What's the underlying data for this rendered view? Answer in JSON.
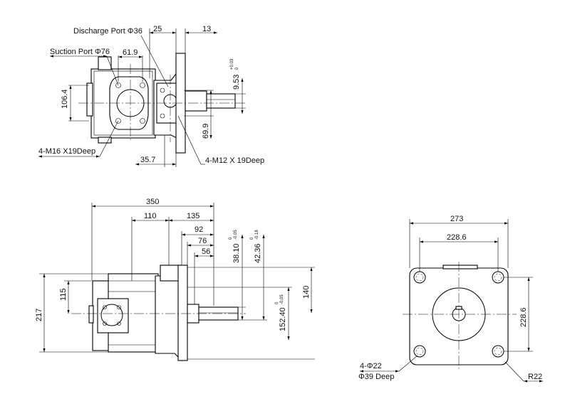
{
  "top_view": {
    "discharge_port": "Discharge Port Φ36",
    "suction_port": "Suction Port Φ76",
    "dim_25": "25",
    "dim_13": "13",
    "dim_61_9": "61.9",
    "dim_106_4": "106.4",
    "dim_9_53": "9.53",
    "tol_9_53_upper": "+0.03",
    "tol_9_53_lower": "0",
    "dim_69_9": "69.9",
    "dim_35_7": "35.7",
    "thread_m16": "4-M16 X19Deep",
    "thread_m12": "4-M12 X 19Deep"
  },
  "front_view": {
    "dim_350": "350",
    "dim_110": "110",
    "dim_135": "135",
    "dim_92": "92",
    "dim_76": "76",
    "dim_56": "56",
    "dim_38_10": "38.10",
    "tol_38_10_upper": "0",
    "tol_38_10_lower": "-0.05",
    "dim_42_36": "42.36",
    "tol_42_36_upper": "0",
    "tol_42_36_lower": "-0.18",
    "dim_115": "115",
    "dim_217": "217",
    "dim_140": "140",
    "dim_152_40": "152.40",
    "tol_152_40_upper": "0",
    "tol_152_40_lower": "-0.05"
  },
  "side_view": {
    "dim_273": "273",
    "dim_228_6_h": "228.6",
    "dim_228_6_v": "228.6",
    "hole_callout": "4-Φ22",
    "hole_depth": "Φ39 Deep",
    "radius": "R22"
  }
}
